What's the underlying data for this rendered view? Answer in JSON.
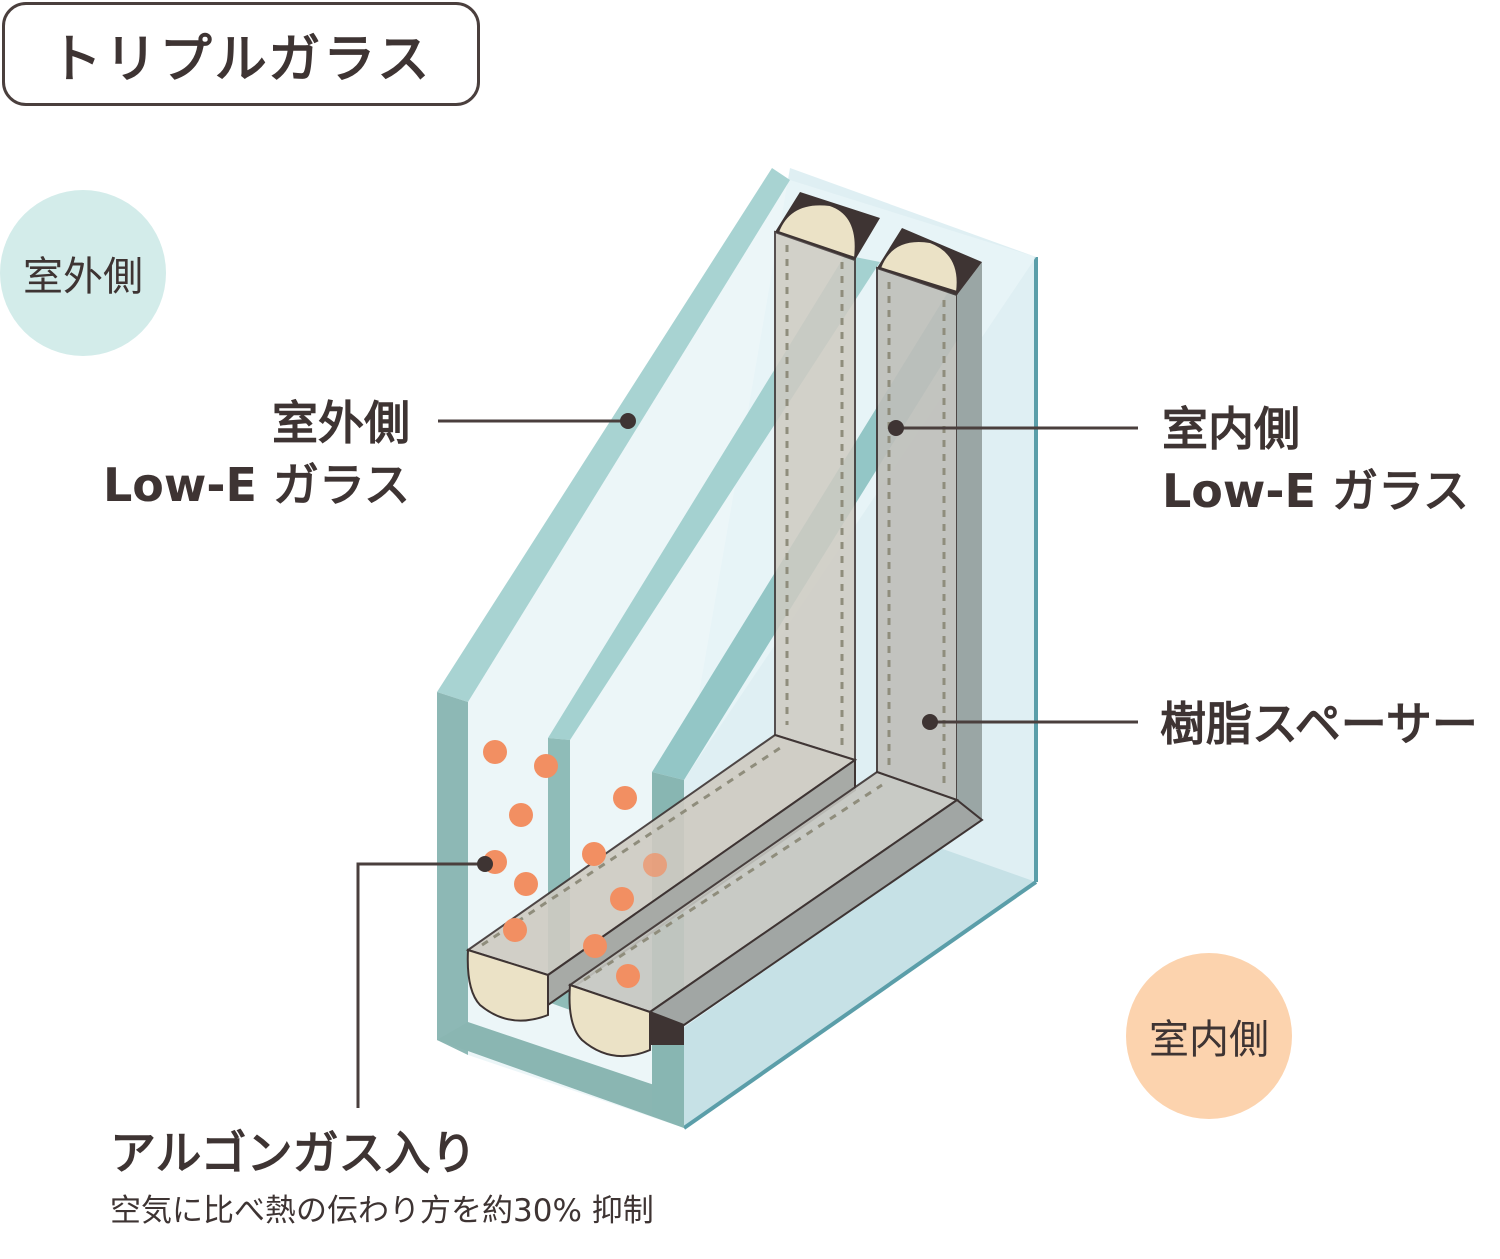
{
  "title": "トリプルガラス",
  "badges": {
    "outdoor": "室外側",
    "indoor": "室内側"
  },
  "labels": {
    "outer_glass": {
      "line1": "室外側",
      "line2": "Low-E ガラス"
    },
    "inner_glass": {
      "line1": "室内側",
      "line2": "Low-E ガラス"
    },
    "spacer": "樹脂スペーサー",
    "argon": {
      "title": "アルゴンガス入り",
      "description": "空気に比べ熱の伝わり方を約30% 抑制"
    }
  },
  "colors": {
    "glass_edge": "#9fcfcf",
    "glass_face": "#e6f3f6",
    "glass_dark": "#88b6b3",
    "spacer_face": "#ece2c6",
    "spacer_body": "#c7c4bb",
    "argon_dot": "#f28f62",
    "outdoor_badge": "#d3ecea",
    "indoor_badge": "#fcd3ae",
    "text": "#3e3433"
  }
}
